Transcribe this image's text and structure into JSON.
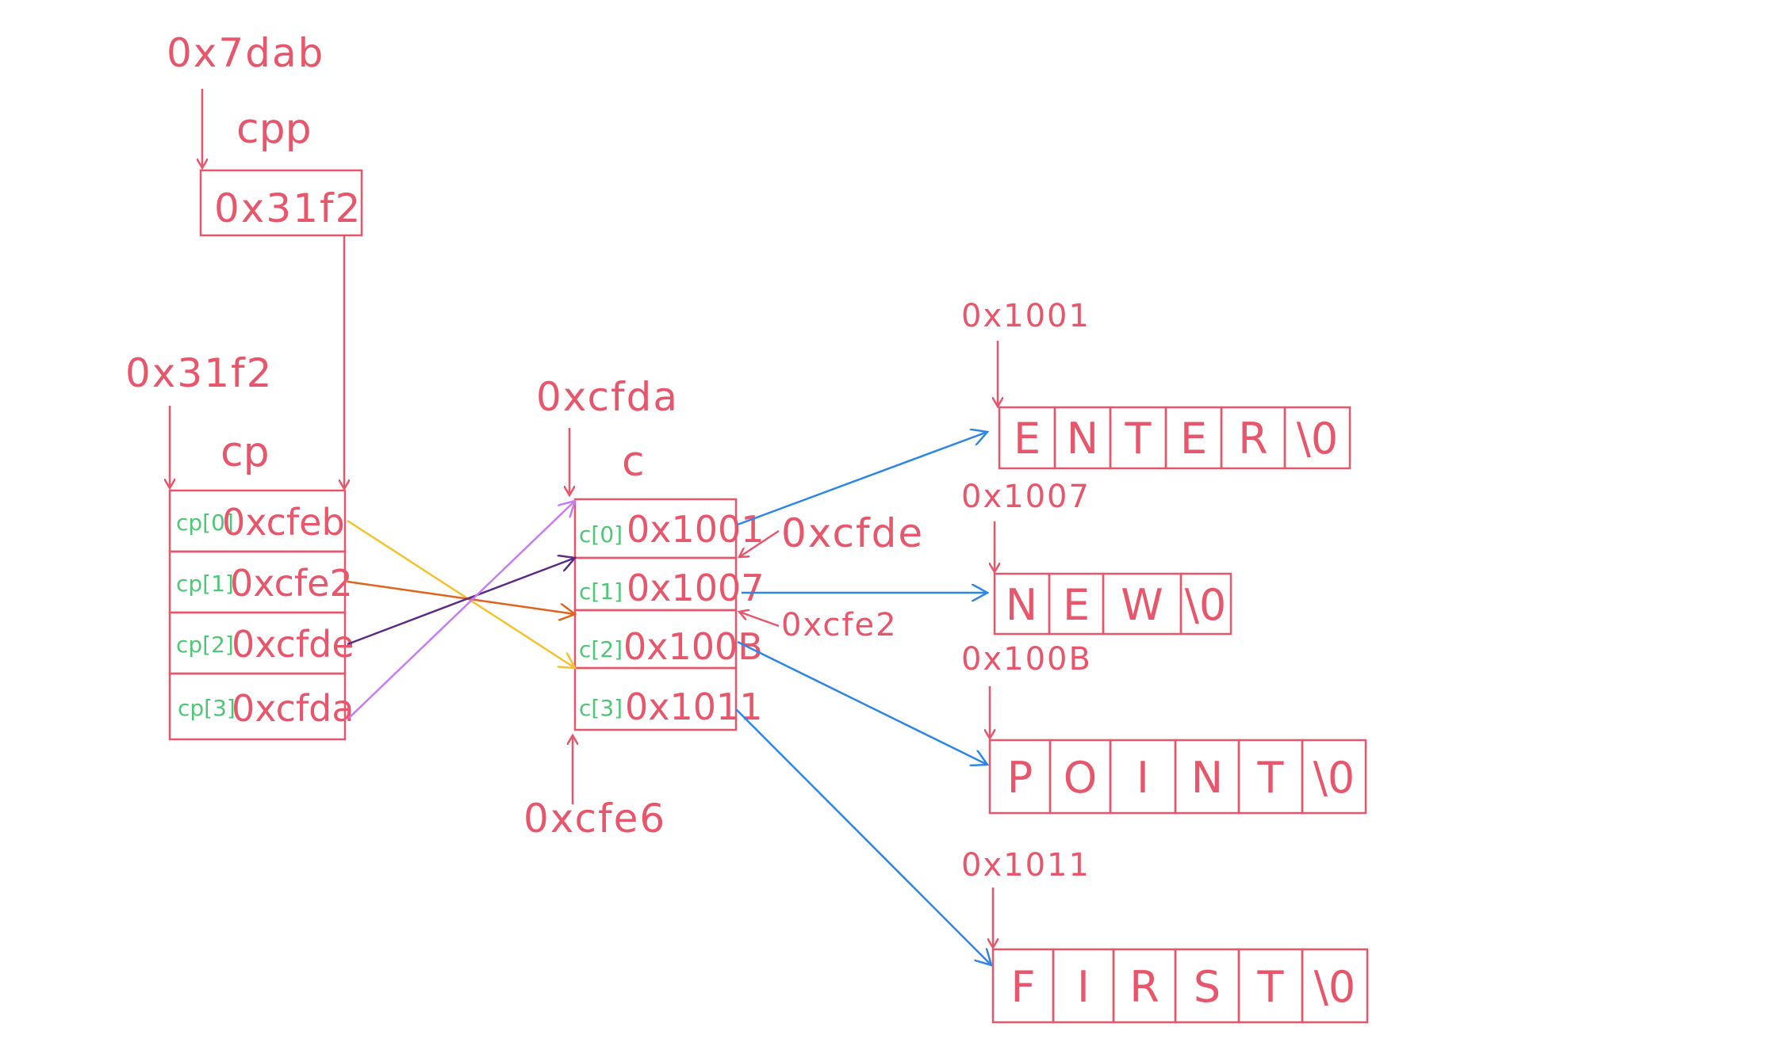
{
  "cpp": {
    "name": "cpp",
    "address": "0x7dab",
    "value": "0x31f2"
  },
  "cp": {
    "name": "cp",
    "address": "0x31f2",
    "rows": [
      {
        "index": "cp[0]",
        "value": "0xcfeb"
      },
      {
        "index": "cp[1]",
        "value": "0xcfe2"
      },
      {
        "index": "cp[2]",
        "value": "0xcfde"
      },
      {
        "index": "cp[3]",
        "value": "0xcfda"
      }
    ]
  },
  "c": {
    "name": "c",
    "address_top": "0xcfda",
    "address_bottom": "0xcfe6",
    "addr_right_1": "0xcfde",
    "addr_right_2": "0xcfe2",
    "rows": [
      {
        "index": "c[0]",
        "value": "0x1001"
      },
      {
        "index": "c[1]",
        "value": "0x1007"
      },
      {
        "index": "c[2]",
        "value": "0x100B"
      },
      {
        "index": "c[3]",
        "value": "0x1011"
      }
    ]
  },
  "strings": [
    {
      "address": "0x1001",
      "chars": [
        "E",
        "N",
        "T",
        "E",
        "R",
        "\\0"
      ]
    },
    {
      "address": "0x1007",
      "chars": [
        "N",
        "E",
        "W",
        "\\0"
      ]
    },
    {
      "address": "0x100B",
      "chars": [
        "P",
        "O",
        "I",
        "N",
        "T",
        "\\0"
      ]
    },
    {
      "address": "0x1011",
      "chars": [
        "F",
        "I",
        "R",
        "S",
        "T",
        "\\0"
      ]
    }
  ],
  "colors": {
    "main": "#e8566b",
    "index": "#4fc777",
    "arrow_cp0": "#f5c22e",
    "arrow_cp1": "#e0641c",
    "arrow_cp2": "#5b2b86",
    "arrow_cp3": "#c77cf2",
    "arrow_strings": "#2e86e8"
  }
}
